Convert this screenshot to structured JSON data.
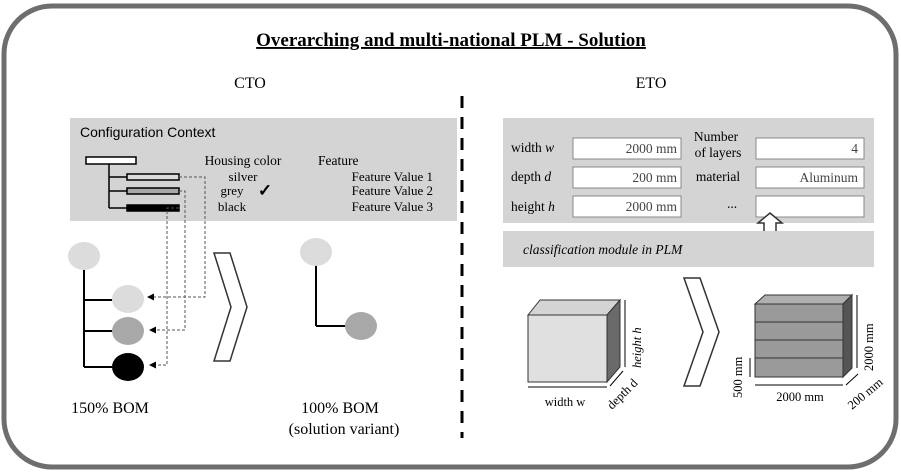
{
  "title": "Overarching and multi-national PLM - Solution",
  "cto": {
    "heading": "CTO",
    "context_title": "Configuration Context",
    "housing_color_header": "Housing color",
    "feature_header": "Feature",
    "options": [
      {
        "color": "silver",
        "feature_value": "Feature Value 1"
      },
      {
        "color": "grey",
        "feature_value": "Feature Value 2"
      },
      {
        "color": "black",
        "feature_value": "Feature Value 3"
      }
    ],
    "check_mark": "✓",
    "bom_150_label": "150% BOM",
    "bom_100_label": "100% BOM",
    "bom_100_sublabel": "(solution variant)"
  },
  "eto": {
    "heading": "ETO",
    "fields": {
      "width_label": "width",
      "width_var": "w",
      "width_value": "2000 mm",
      "depth_label": "depth",
      "depth_var": "d",
      "depth_value": "200 mm",
      "height_label": "height",
      "height_var": "h",
      "height_value": "2000 mm",
      "layers_label_1": "Number",
      "layers_label_2": "of layers",
      "layers_value": "4",
      "material_label": "material",
      "material_value": "Aluminum",
      "more_label": "...",
      "more_value": ""
    },
    "classification_label": "classification module in PLM",
    "box_height_label": "height h",
    "box_width_label": "width w",
    "box_depth_label": "depth d",
    "stack_height_label": "2000 mm",
    "stack_layer_label": "500 mm",
    "stack_width_label": "2000 mm",
    "stack_depth_label": "200 mm"
  },
  "colors": {
    "panel_gray": "#d4d4d4",
    "node_light": "#dcdcdc",
    "node_mid": "#a8a8a8",
    "node_dark": "#000000",
    "layer_fill": "#9a9a9a",
    "outer_border": "#6e6e6e"
  }
}
